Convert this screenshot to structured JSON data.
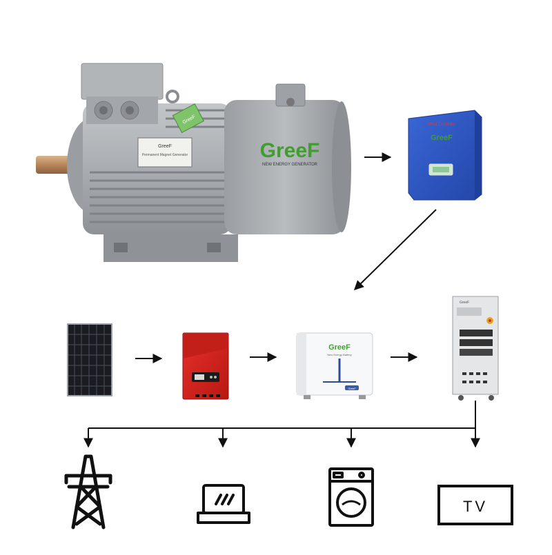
{
  "generator": {
    "brand": "GreeF",
    "tagline": "NEW ENERGY GENERATOR",
    "nameplate_line1": "GreeF",
    "nameplate_line2": "Permanent Magnet Generator",
    "tag_text": "GreeF"
  },
  "controller": {
    "brand": "GreeF",
    "top_label": "Wind Controller"
  },
  "battery": {
    "brand": "GreeF",
    "tagline": "New Energy Battery",
    "badge": "GreeF"
  },
  "cabinet": {
    "brand": "GreeF"
  },
  "loads": {
    "tv_label": "TV"
  },
  "colors": {
    "motor_body": "#a9adb1",
    "controller_blue": "#2f56c2",
    "inverter_red": "#d8241c",
    "brand_green": "#3f9e2f",
    "line": "#111111"
  },
  "icons": [
    "arrow-right-icon",
    "arrow-diagonal-icon",
    "power-tower-icon",
    "laptop-icon",
    "washing-machine-icon",
    "tv-icon"
  ]
}
